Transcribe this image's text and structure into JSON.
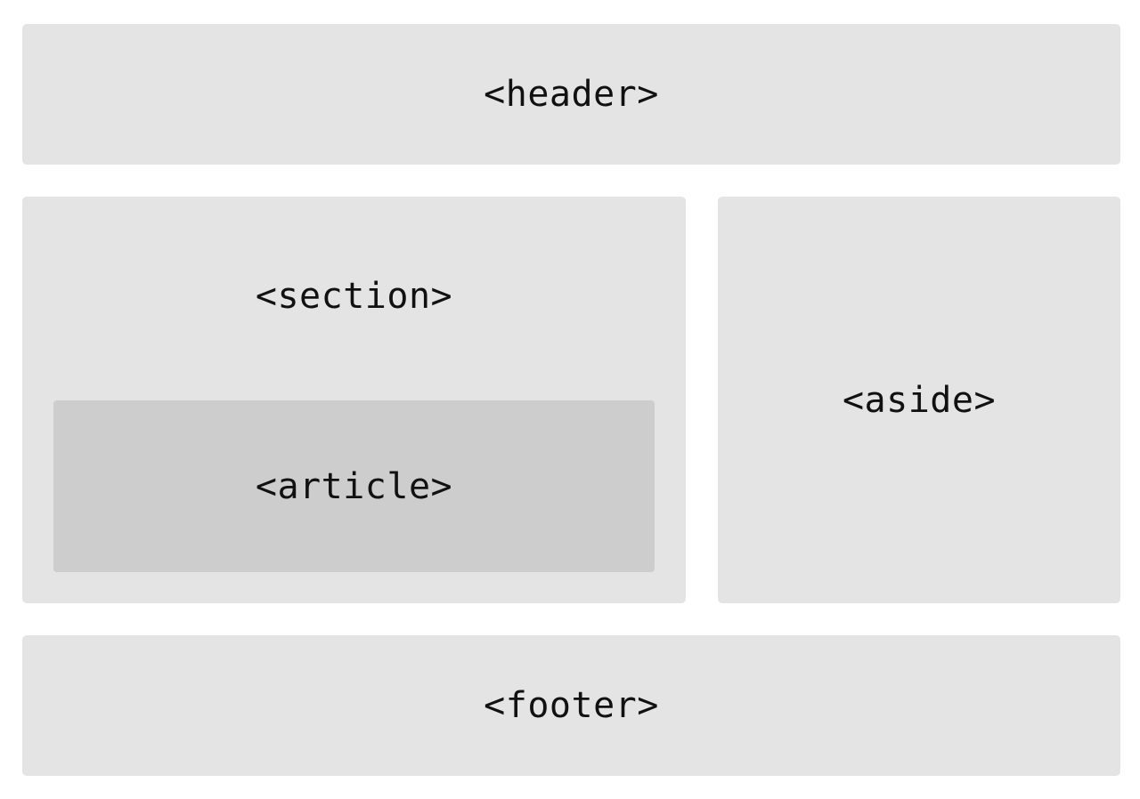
{
  "diagram": {
    "header_label": "<header>",
    "section_label": "<section>",
    "article_label": "<article>",
    "aside_label": "<aside>",
    "footer_label": "<footer>"
  },
  "colors": {
    "background": "#ffffff",
    "block_fill": "#e4e4e4",
    "nested_block_fill": "#cdcdcd",
    "text": "#111111"
  }
}
